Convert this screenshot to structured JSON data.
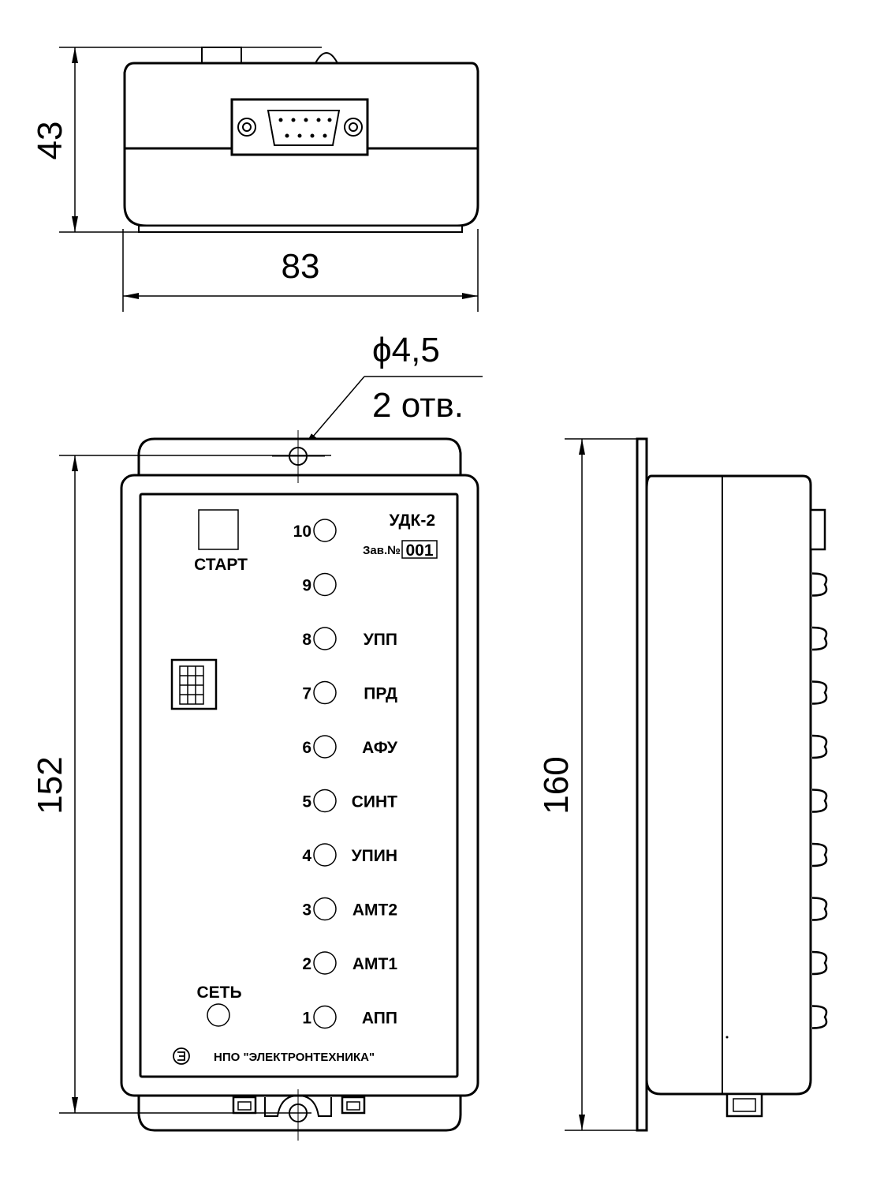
{
  "dimensions": {
    "height_top": "43",
    "width_top": "83",
    "hole_diameter": "ϕ4,5",
    "hole_count": "2 отв.",
    "height_front": "152",
    "height_side": "160"
  },
  "panel": {
    "model": "УДК-2",
    "serial_label": "Зав.№",
    "serial_value": "001",
    "start_label": "СТАРТ",
    "power_label": "СЕТЬ",
    "manufacturer": "НПО \"ЭЛЕКТРОНТЕХНИКА\"",
    "indicators": [
      {
        "num": "10",
        "label": ""
      },
      {
        "num": "9",
        "label": ""
      },
      {
        "num": "8",
        "label": "УПП"
      },
      {
        "num": "7",
        "label": "ПРД"
      },
      {
        "num": "6",
        "label": "АФУ"
      },
      {
        "num": "5",
        "label": "СИНТ"
      },
      {
        "num": "4",
        "label": "УПИН"
      },
      {
        "num": "3",
        "label": "АМТ2"
      },
      {
        "num": "2",
        "label": "АМТ1"
      },
      {
        "num": "1",
        "label": "АПП"
      }
    ]
  }
}
